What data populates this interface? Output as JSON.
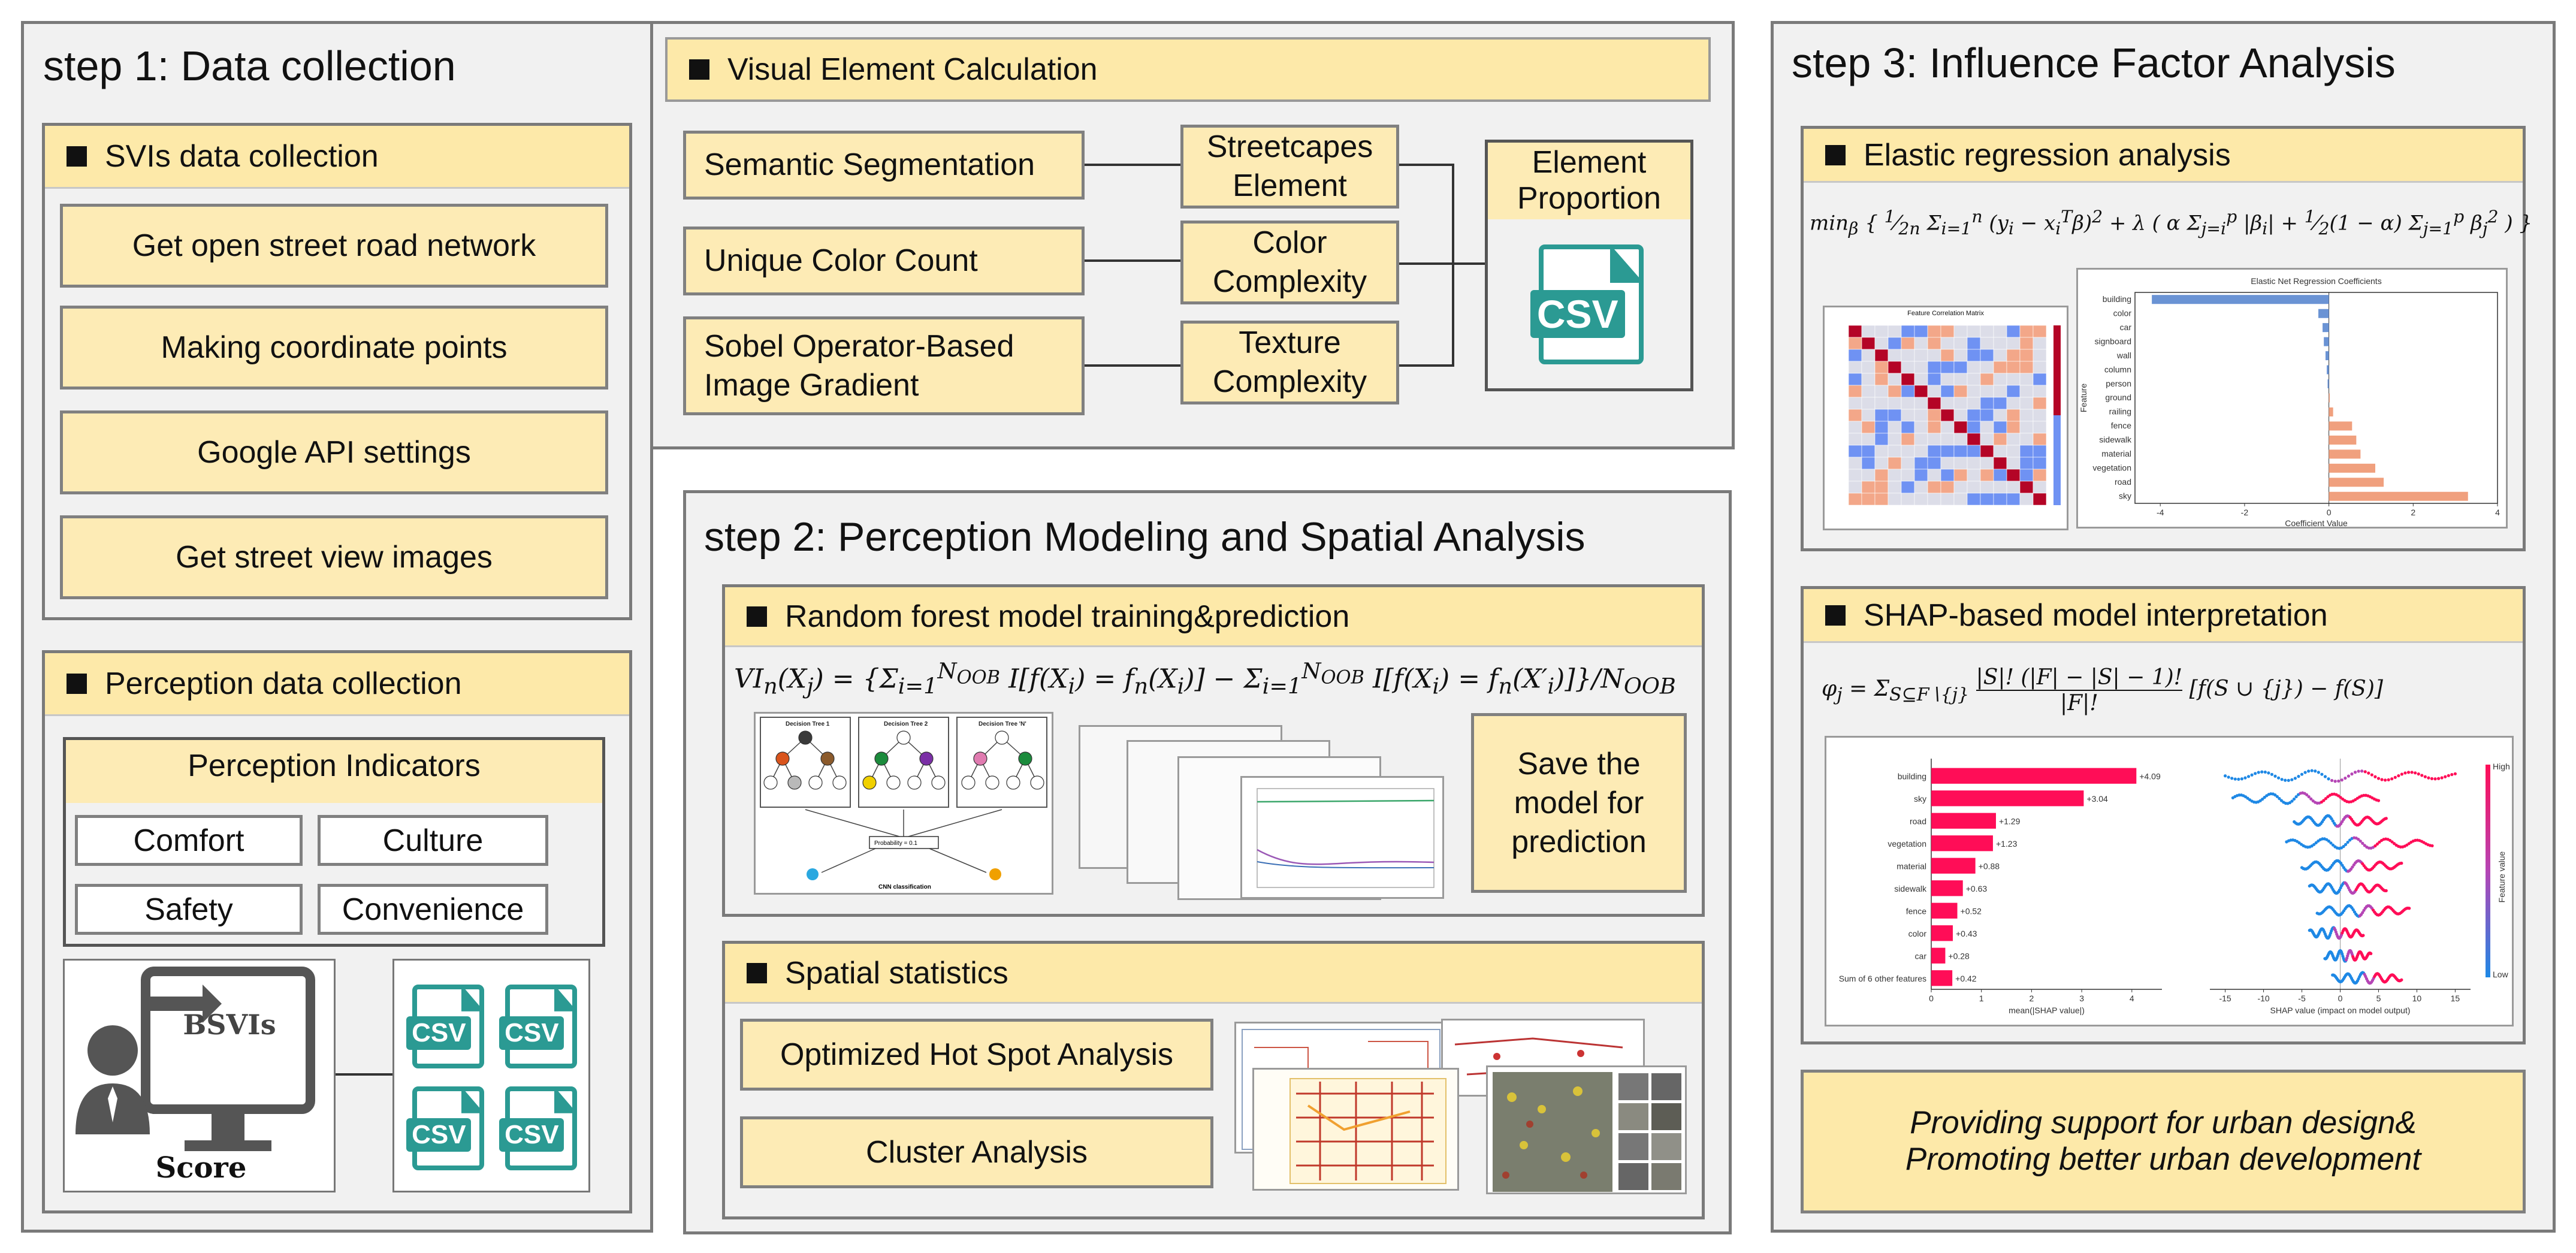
{
  "step1": {
    "title": "step 1: Data collection",
    "svis": {
      "header": "SVIs data collection",
      "items": [
        "Get open  street road network",
        "Making coordinate points",
        "Google API settings",
        "Get  street view images"
      ]
    },
    "perception": {
      "header": "Perception data collection",
      "indicators_title": "Perception Indicators",
      "indicators": [
        "Comfort",
        "Culture",
        "Safety",
        "Convenience"
      ],
      "monitor_label": "BSVIs",
      "score_label": "Score",
      "csv_label": "CSV"
    }
  },
  "visual": {
    "header": "Visual Element Calculation",
    "methods": [
      "Semantic Segmentation",
      "Unique Color Count",
      "Sobel Operator-Based Image Gradient"
    ],
    "features": [
      "Streetcapes Element",
      "Color Complexity",
      "Texture Complexity"
    ],
    "proportion": "Element Proportion",
    "csv_label": "CSV"
  },
  "step2": {
    "title": "step 2: Perception Modeling and Spatial Analysis",
    "rf": {
      "header": "Random forest model training&prediction",
      "formula": "VIn(Xj) = {Σ_{i=1}^{N_OOB} I[f(Xi) = fn(Xi)] − Σ_{i=1}^{N_OOB} I[f(Xi) = fn(X′i)]}/N_OOB",
      "trees": [
        "Decision Tree 1",
        "Decision Tree 2",
        "Decision Tree 'N'"
      ],
      "probability": "Probability = 0.1",
      "classification": "CNN classification",
      "save": "Save the model for prediction"
    },
    "spatial": {
      "header": "Spatial statistics",
      "items": [
        "Optimized Hot Spot Analysis",
        "Cluster Analysis"
      ]
    }
  },
  "step3": {
    "title": "step 3: Influence Factor Analysis",
    "elastic": {
      "header": "Elastic regression analysis",
      "formula": "min_β { (1/2n) Σ_{i=1}^{n} (yi − xiᵀβ)² + λ ( α Σ_{j=i}^{p} |βi| + ½(1 − α) Σ_{j=1}^{p} βj² ) }",
      "heatmap_title": "Feature Correlation Matrix",
      "coef_title": "Elastic Net Regression Coefficients",
      "coef_xlabel": "Coefficient Value",
      "coef_ylabel": "Feature"
    },
    "shap": {
      "header": "SHAP-based model interpretation",
      "formula": "φj = Σ_{S⊆F∖{j}} |S|! (|F| − |S| − 1)! / |F|! [f(S ∪ {j}) − f(S)]",
      "bar_xlabel": "mean(|SHAP value|)",
      "bee_xlabel": "SHAP value (impact on model output)",
      "color_label": "Feature value",
      "high": "High",
      "low": "Low"
    },
    "support": [
      "Providing support for urban design&",
      "Promoting better urban development"
    ]
  },
  "chart_data": [
    {
      "type": "bar",
      "orientation": "horizontal",
      "title": "Elastic Net Regression Coefficients",
      "xlabel": "Coefficient Value",
      "ylabel": "Feature",
      "categories": [
        "building",
        "color",
        "car",
        "signboard",
        "wall",
        "column",
        "person",
        "ground",
        "railing",
        "fence",
        "sidewalk",
        "material",
        "vegetation",
        "road",
        "sky"
      ],
      "values": [
        -4.2,
        -0.25,
        -0.15,
        -0.12,
        -0.08,
        -0.05,
        -0.03,
        0.02,
        0.1,
        0.55,
        0.65,
        0.75,
        1.1,
        1.3,
        3.3
      ],
      "xticks": [
        -4,
        -2,
        0,
        2,
        4
      ],
      "xlim": [
        -4.6,
        4
      ]
    },
    {
      "type": "bar",
      "orientation": "horizontal",
      "xlabel": "mean(|SHAP value|)",
      "categories": [
        "building",
        "sky",
        "road",
        "vegetation",
        "material",
        "sidewalk",
        "fence",
        "color",
        "car",
        "Sum of 6 other features"
      ],
      "values": [
        4.09,
        3.04,
        1.29,
        1.23,
        0.88,
        0.63,
        0.52,
        0.43,
        0.28,
        0.42
      ],
      "labels": [
        "+4.09",
        "+3.04",
        "+1.29",
        "+1.23",
        "+0.88",
        "+0.63",
        "+0.52",
        "+0.43",
        "+0.28",
        "+0.42"
      ],
      "xticks": [
        0,
        1,
        2,
        3,
        4
      ],
      "xlim": [
        0,
        4.6
      ]
    },
    {
      "type": "scatter",
      "xlabel": "SHAP value (impact on model output)",
      "xticks": [
        -15,
        -10,
        -5,
        0,
        5,
        10,
        15
      ],
      "xlim": [
        -17,
        17
      ],
      "spread": [
        [
          -15,
          15
        ],
        [
          -14,
          5
        ],
        [
          -6,
          6
        ],
        [
          -7,
          12
        ],
        [
          -5,
          8
        ],
        [
          -4,
          6
        ],
        [
          -3,
          9
        ],
        [
          -4,
          3
        ],
        [
          -2,
          4
        ],
        [
          -1,
          8
        ]
      ]
    }
  ]
}
